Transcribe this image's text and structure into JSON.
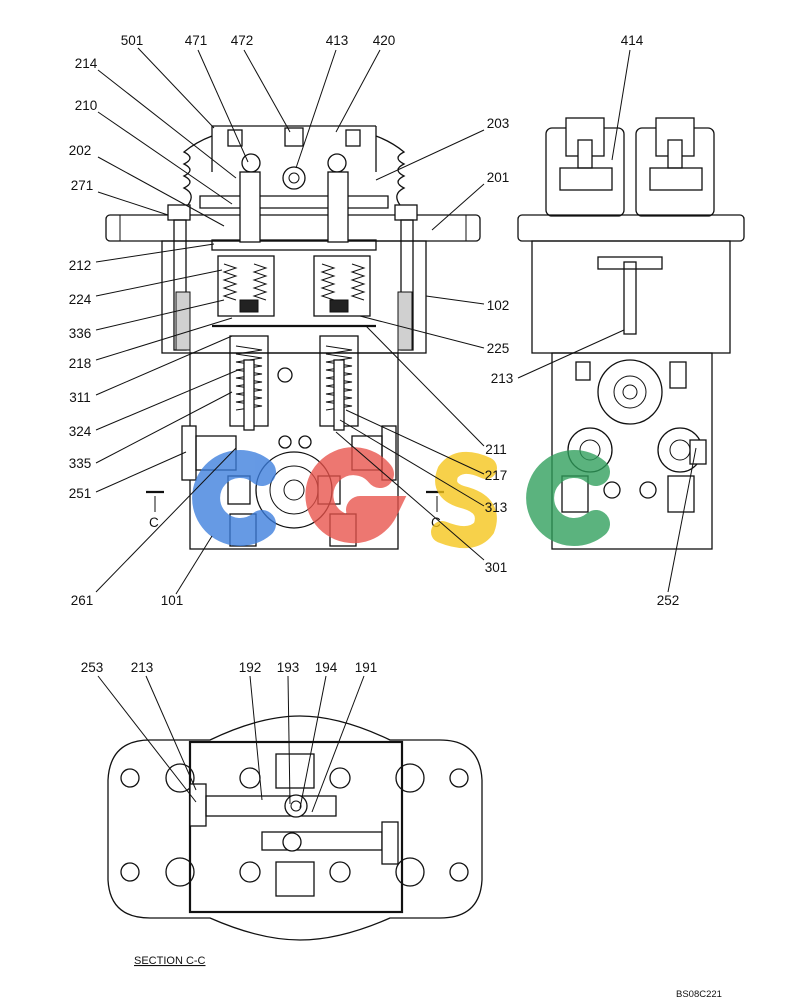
{
  "callouts": {
    "l501": "501",
    "l471": "471",
    "l472": "472",
    "l413": "413",
    "l420": "420",
    "l414": "414",
    "l214": "214",
    "l210": "210",
    "l202": "202",
    "l271": "271",
    "l203": "203",
    "l201": "201",
    "l212": "212",
    "l224": "224",
    "l336": "336",
    "l218": "218",
    "l311": "311",
    "l324": "324",
    "l335": "335",
    "l251": "251",
    "l102": "102",
    "l225": "225",
    "l213a": "213",
    "l211": "211",
    "l217": "217",
    "l313": "313",
    "l301": "301",
    "l261": "261",
    "l101": "101",
    "l252": "252",
    "l253": "253",
    "l213b": "213",
    "l192": "192",
    "l193": "193",
    "l194": "194",
    "l191": "191"
  },
  "section_marker_left": "C",
  "section_marker_right": "C",
  "section_caption": "SECTION  C-C",
  "drawing_code": "BS08C221",
  "watermark": {
    "text": "CGSC",
    "colors": [
      "#3b7ddd",
      "#e8524a",
      "#f5c518",
      "#2e9e5b"
    ]
  }
}
